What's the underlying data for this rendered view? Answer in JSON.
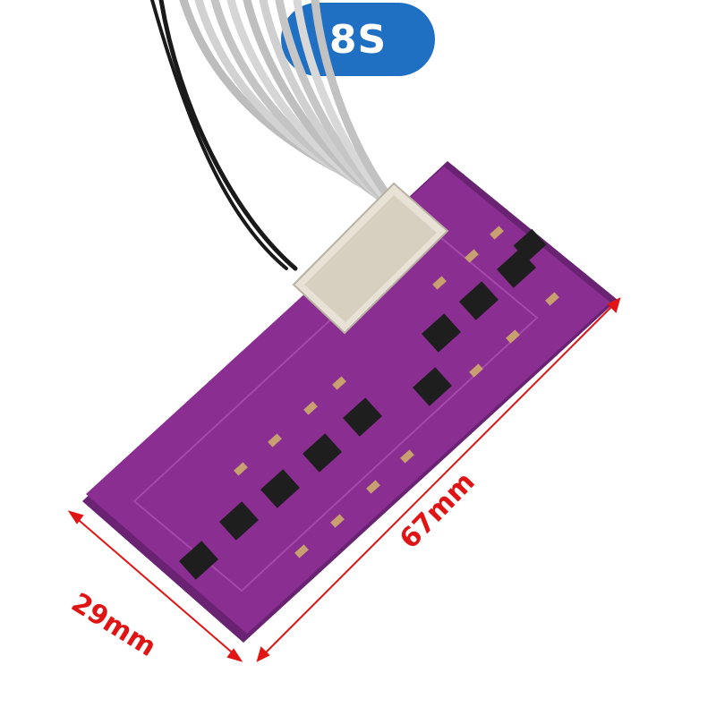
{
  "badge": {
    "text": "8S"
  },
  "dimensions": {
    "width_label": "29mm",
    "length_label": "67mm"
  },
  "colors": {
    "badge_bg": "#1f6fc3",
    "badge_text": "#ffffff",
    "pcb": "#8a2e91",
    "pcb_dark": "#6a2273",
    "dimension_red": "#e01414",
    "wire_grey": "#c9c9c9",
    "connector": "#e8e2d6"
  }
}
